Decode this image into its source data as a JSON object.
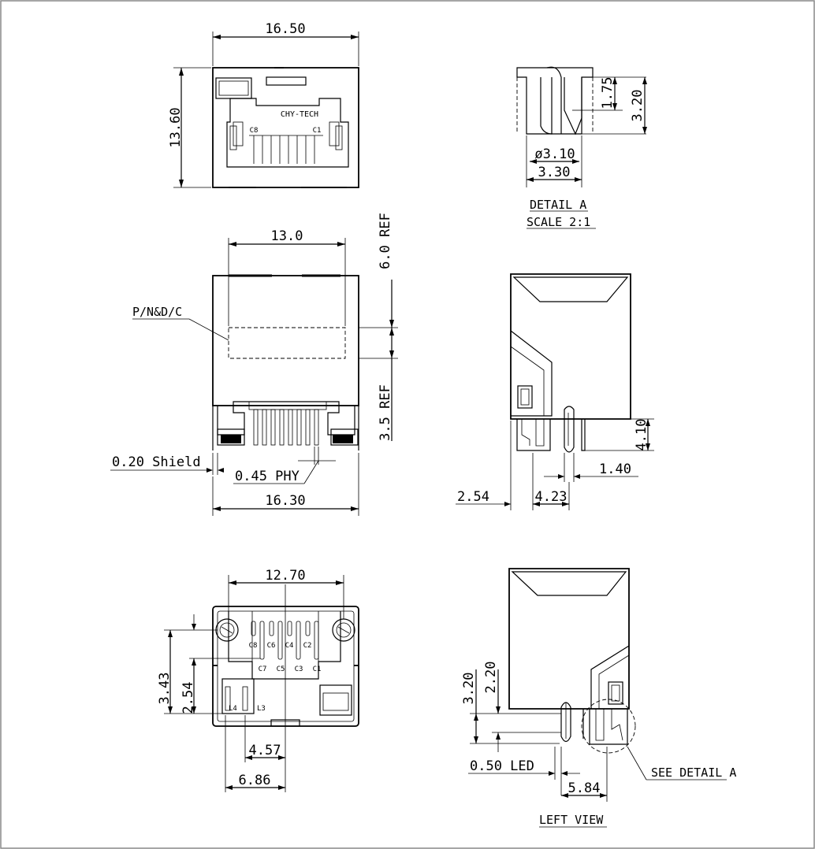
{
  "front_view": {
    "width_dim": "16.50",
    "height_dim": "13.60",
    "brand": "CHY-TECH",
    "pin_c8": "C8",
    "pin_c1": "C1"
  },
  "detail_a": {
    "dim_175": "1.75",
    "dim_320": "3.20",
    "dim_phi310": "ø3.10",
    "dim_330": "3.30",
    "title": "DETAIL A",
    "scale": "SCALE 2:1"
  },
  "top_view": {
    "dim_130": "13.0",
    "dim_60ref": "6.0 REF",
    "dim_35ref": "3.5 REF",
    "label_pnd": "P/N&D/C",
    "dim_shield": "0.20 Shield",
    "dim_phy": "0.45 PHY",
    "dim_1630": "16.30"
  },
  "side_view": {
    "dim_410": "4.10",
    "dim_140": "1.40",
    "dim_254": "2.54",
    "dim_423": "4.23"
  },
  "bottom_view": {
    "dim_1270": "12.70",
    "dim_343": "3.43",
    "dim_254": "2.54",
    "dim_457": "4.57",
    "dim_686": "6.86",
    "pins_top": [
      "C8",
      "C6",
      "C4",
      "C2"
    ],
    "pins_bottom": [
      "C7",
      "C5",
      "C3",
      "C1"
    ],
    "led_l4": "L4",
    "led_l3": "L3"
  },
  "left_view": {
    "dim_320": "3.20",
    "dim_220": "2.20",
    "dim_050led": "0.50 LED",
    "dim_584": "5.84",
    "see_detail": "SEE DETAIL A",
    "title": "LEFT VIEW"
  }
}
